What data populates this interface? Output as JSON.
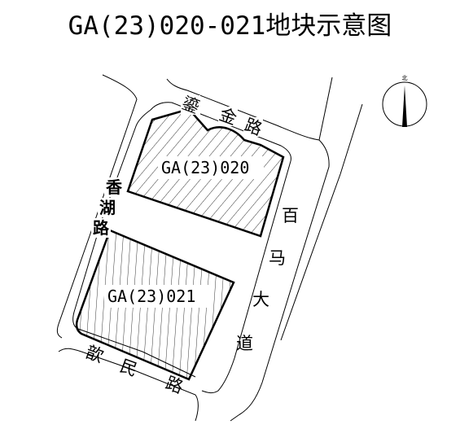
{
  "title": "GA(23)020-021地块示意图",
  "parcels": [
    {
      "label": "GA(23)020",
      "hatch": "diagonal"
    },
    {
      "label": "GA(23)021",
      "hatch": "vertical"
    }
  ],
  "roads": {
    "luanjin": [
      "鎏",
      "金",
      "路"
    ],
    "xianghu": [
      "香",
      "湖",
      "路"
    ],
    "baima": [
      "百",
      "马",
      "大",
      "道"
    ],
    "kuanmin": [
      "歆",
      "民",
      "路"
    ]
  },
  "north_arrow": {
    "label": "北"
  },
  "colors": {
    "line": "#000000",
    "background": "#ffffff"
  }
}
